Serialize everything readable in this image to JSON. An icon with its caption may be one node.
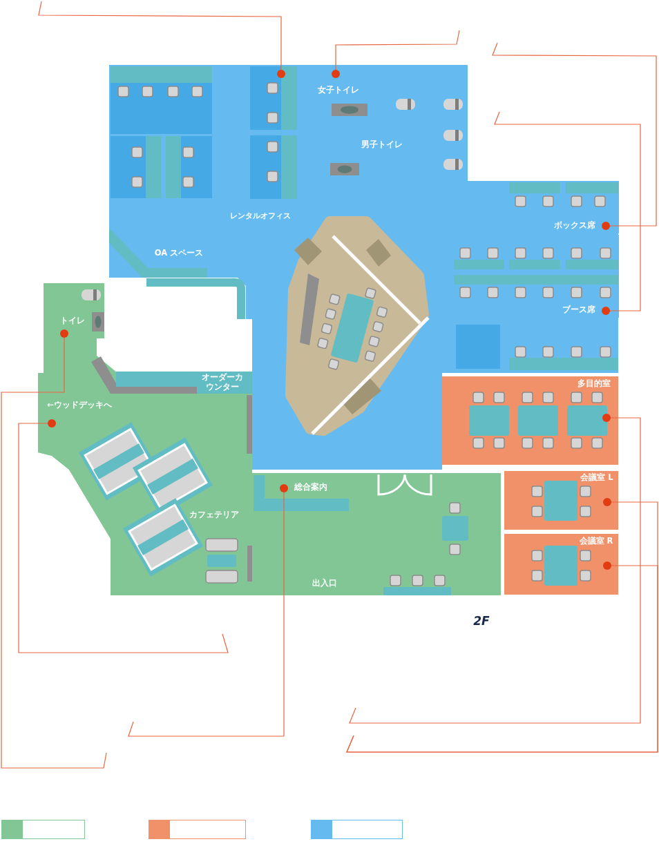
{
  "diagram": {
    "nodes": [
      {
        "text": [
          "レンタルオフィス"
        ]
      },
      {
        "text": [
          "OA スペース"
        ]
      },
      {
        "text": [
          "女子トイレ"
        ]
      },
      {
        "text": [
          "男子トイレ"
        ]
      },
      {
        "text": [
          "ボックス席"
        ]
      },
      {
        "text": [
          "ブース席"
        ]
      },
      {
        "text": [
          "トイレ"
        ]
      },
      {
        "text": [
          "オーダーカウンター"
        ]
      },
      {
        "text": [
          "カフェテリア"
        ]
      },
      {
        "text": [
          "出入口"
        ]
      },
      {
        "text": [
          "総合案内"
        ],
        "in": 9
      },
      {
        "text": [
          "多目的室"
        ]
      },
      {
        "text": [
          "会議室 L"
        ]
      },
      {
        "text": [
          "会議室 R"
        ]
      }
    ],
    "edges": [
      {
        "from": null,
        "to": 0,
        "arrow": "other"
      },
      {
        "from": null,
        "to": 2,
        "arrow": "other"
      },
      {
        "from": null,
        "to": 4,
        "arrow": "other"
      },
      {
        "from": null,
        "to": 5,
        "arrow": "other"
      },
      {
        "from": null,
        "to": 6,
        "arrow": "other"
      },
      {
        "from": null,
        "to": 8,
        "arrow": "other"
      },
      {
        "from": null,
        "to": 10,
        "arrow": "other"
      },
      {
        "from": null,
        "to": 11,
        "arrow": "other"
      },
      {
        "from": null,
        "to": 12,
        "arrow": "other"
      },
      {
        "from": null,
        "to": 13,
        "arrow": "other"
      }
    ],
    "labels": [
      "←ウッドデッキへ",
      "2F"
    ]
  }
}
